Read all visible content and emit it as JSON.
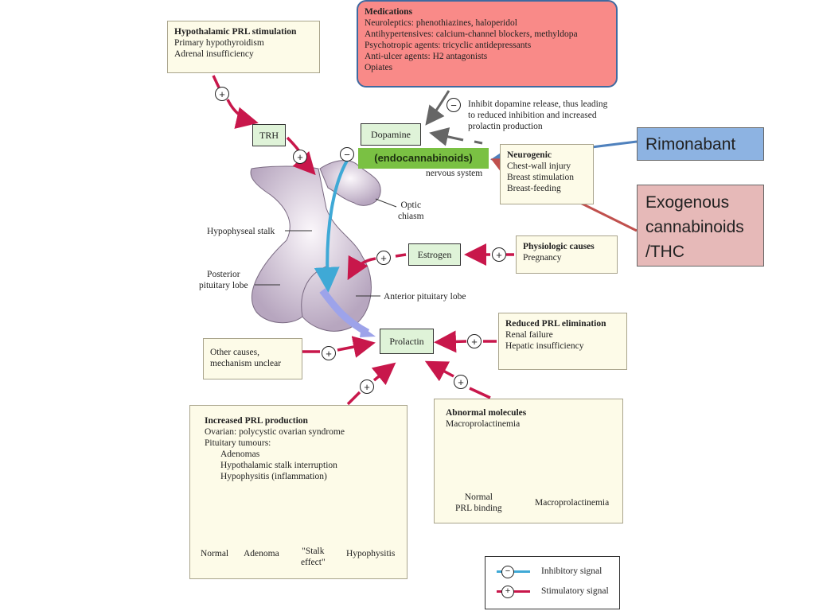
{
  "medications": {
    "title": "Medications",
    "lines": [
      "Neuroleptics: phenothiazines, haloperidol",
      "Antihypertensives: calcium-channel blockers, methyldopa",
      "Psychotropic agents: tricyclic antidepressants",
      "Anti-ulcer agents: H2 antagonists",
      "Opiates"
    ]
  },
  "hypothalamic": {
    "title": "Hypothalamic PRL stimulation",
    "lines": [
      "Primary hypothyroidism",
      "Adrenal insufficiency"
    ]
  },
  "trh": "TRH",
  "dopamine": "Dopamine",
  "endocannabinoids": "(endocannabinoids)",
  "nervous_system": "nervous system",
  "inhibit_note": [
    "Inhibit dopamine release, thus leading",
    "to reduced inhibition and increased",
    "prolactin production"
  ],
  "neurogenic": {
    "title": "Neurogenic",
    "lines": [
      "Chest-wall injury",
      "Breast stimulation",
      "Breast-feeding"
    ]
  },
  "rimonabant": "Rimonabant",
  "exogenous": [
    "Exogenous",
    "cannabinoids",
    "/THC"
  ],
  "optic_chiasm": [
    "Optic",
    "chiasm"
  ],
  "hypophyseal_stalk": "Hypophyseal stalk",
  "posterior_lobe": [
    "Posterior",
    "pituitary lobe"
  ],
  "anterior_lobe": "Anterior pituitary lobe",
  "estrogen": "Estrogen",
  "physiologic": {
    "title": "Physiologic causes",
    "lines": [
      "Pregnancy"
    ]
  },
  "prolactin": "Prolactin",
  "reduced_elim": {
    "title": "Reduced PRL elimination",
    "lines": [
      "Renal failure",
      "Hepatic insufficiency"
    ]
  },
  "other_causes": [
    "Other causes,",
    "mechanism unclear"
  ],
  "increased_prod": {
    "title": "Increased PRL production",
    "lines": [
      "Ovarian: polycystic ovarian syndrome",
      "Pituitary tumours:"
    ],
    "sub": [
      "Adenomas",
      "Hypothalamic stalk interruption",
      "Hypophysitis (inflammation)"
    ],
    "glands": [
      "Normal",
      "Adenoma",
      "\"Stalk\neffect\"",
      "Hypophysitis"
    ]
  },
  "abnormal": {
    "title": "Abnormal molecules",
    "lines": [
      "Macroprolactinemia"
    ],
    "normal_label": [
      "Normal",
      "PRL binding"
    ],
    "macro_label": "Macroprolactinemia"
  },
  "legend": {
    "inhibitory": "Inhibitory signal",
    "stimulatory": "Stimulatory signal"
  },
  "signs": {
    "plus": "+",
    "minus": "−"
  },
  "colors": {
    "stimulatory": "#c8174b",
    "inhibitory": "#3fa9d6",
    "medication_box": "#f98a88",
    "rimonabant_box": "#8db3e2",
    "thc_box": "#e6b9b8",
    "endo_box": "#7ac143"
  }
}
